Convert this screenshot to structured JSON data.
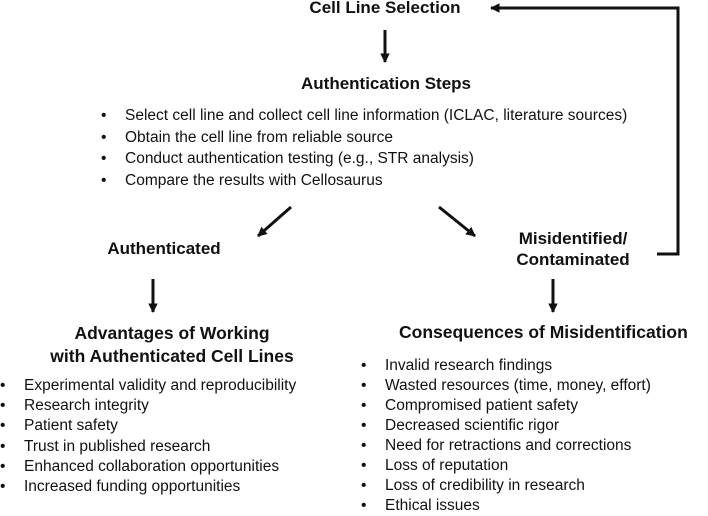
{
  "top": {
    "title": "Cell Line Selection"
  },
  "steps": {
    "title": "Authentication Steps",
    "items": [
      "Select cell line and collect cell line information (ICLAC, literature sources)",
      "Obtain the cell line from reliable source",
      "Conduct authentication testing (e.g., STR analysis)",
      "Compare the results with Cellosaurus"
    ]
  },
  "authenticated": {
    "label": "Authenticated",
    "heading_line1": "Advantages of Working",
    "heading_line2": "with Authenticated Cell Lines",
    "items": [
      "Experimental validity and reproducibility",
      "Research integrity",
      "Patient safety",
      "Trust in published research",
      "Enhanced collaboration opportunities",
      "Increased funding opportunities"
    ]
  },
  "misidentified": {
    "label_line1": "Misidentified/",
    "label_line2": "Contaminated",
    "heading": "Consequences of Misidentification",
    "items": [
      "Invalid research findings",
      "Wasted resources (time, money, effort)",
      "Compromised patient safety",
      "Decreased scientific rigor",
      "Need for retractions and corrections",
      "Loss of reputation",
      "Loss of credibility in research",
      "Ethical issues"
    ]
  },
  "colors": {
    "text": "#111111",
    "arrow": "#111111"
  }
}
